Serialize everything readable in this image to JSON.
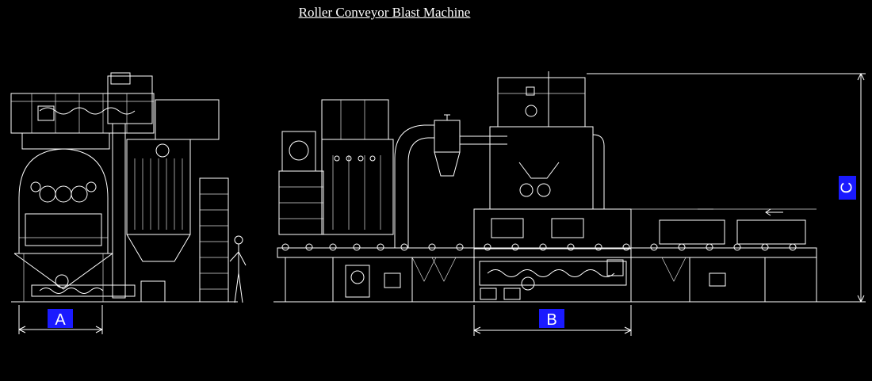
{
  "title": "Roller Conveyor Blast Machine",
  "dimensions": {
    "a": "A",
    "b": "B",
    "c": "C"
  },
  "colors": {
    "background": "#000000",
    "line": "#ffffff",
    "label_bg": "#1a1aff"
  }
}
